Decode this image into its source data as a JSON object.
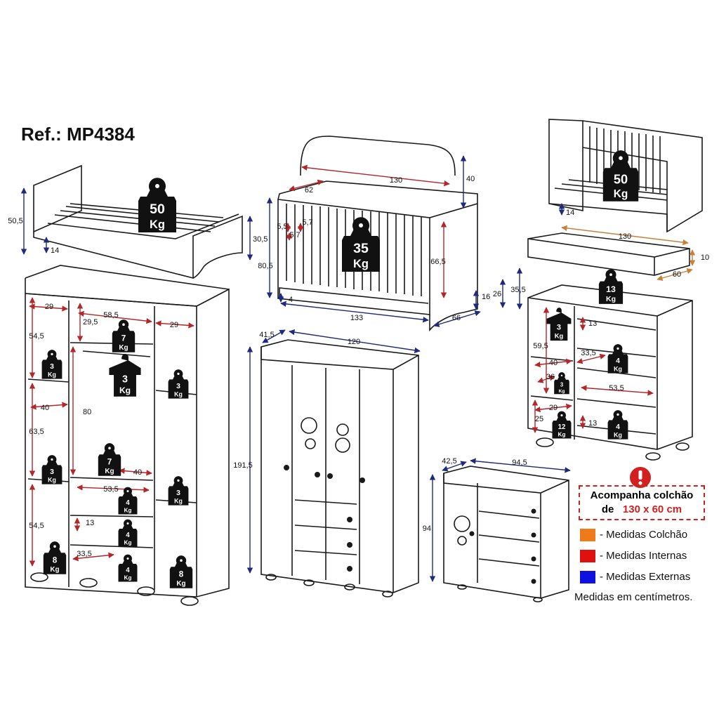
{
  "reference": "Ref.: MP4384",
  "warning_icon": "exclamation-circle-icon",
  "mattress_notice": {
    "line1": "Acompanha colchão",
    "line2_prefix": "de",
    "line2_value": "130 x 60 cm"
  },
  "legend": [
    {
      "label": "- Medidas Colchão",
      "color": "#f07a1a"
    },
    {
      "label": "- Medidas Internas",
      "color": "#e01010"
    },
    {
      "label": "- Medidas Externas",
      "color": "#1010e0"
    }
  ],
  "units_note": "Medidas em centímetros.",
  "colors": {
    "internal": "#b3262a",
    "external": "#1f2a7a",
    "mattress": "#c8803a",
    "outline": "#1a1a1a"
  },
  "weight_icon": "weight-icon",
  "hanger_icon": "hanger-weight-icon",
  "bed": {
    "dims": {
      "height": "50,5",
      "front_height": "30,5",
      "slat_height": "14"
    },
    "weight": {
      "value": "50",
      "unit": "Kg"
    }
  },
  "crib": {
    "dims": {
      "width_top": "130",
      "headboard": "40",
      "depth_top": "62",
      "side_a": "5,5",
      "side_b": "5,7",
      "side_c": "5,7",
      "inner_height": "66,5",
      "height": "80,5",
      "width": "133",
      "depth": "66",
      "base": "4",
      "leg_16": "16",
      "leg_26": "26",
      "leg_35": "35,5"
    },
    "weight": {
      "value": "35",
      "unit": "Kg"
    }
  },
  "crib_bed": {
    "dims": {
      "slat_height": "14"
    },
    "weight": {
      "value": "50",
      "unit": "Kg"
    }
  },
  "mattress": {
    "dims": {
      "length": "130",
      "thickness": "10",
      "width": "60"
    }
  },
  "wardrobe_interior": {
    "dims": {
      "left_width": "29",
      "center_width": "58,5",
      "right_width": "29",
      "top_shelf": "29,5",
      "left_upper": "54,5",
      "left_mid_width": "40",
      "left_mid": "63,5",
      "left_lower": "54,5",
      "center_height": "80",
      "center_lower_width": "40",
      "drawer_width": "53,5",
      "drawer_height": "13",
      "drawer_depth": "33,5",
      "right_top_width": "29"
    },
    "weights": [
      {
        "value": "7",
        "unit": "Kg"
      },
      {
        "value": "3",
        "unit": "Kg"
      },
      {
        "value": "3",
        "unit": "Kg"
      },
      {
        "value": "3",
        "unit": "Kg"
      },
      {
        "value": "7",
        "unit": "Kg"
      },
      {
        "value": "3",
        "unit": "Kg"
      },
      {
        "value": "3",
        "unit": "Kg"
      },
      {
        "value": "4",
        "unit": "Kg"
      },
      {
        "value": "4",
        "unit": "Kg"
      },
      {
        "value": "4",
        "unit": "Kg"
      },
      {
        "value": "8",
        "unit": "Kg"
      },
      {
        "value": "8",
        "unit": "Kg"
      }
    ]
  },
  "wardrobe": {
    "dims": {
      "width": "120",
      "depth": "41,5",
      "height": "191,5"
    }
  },
  "dresser_interior": {
    "dims": {
      "left_height": "59,5",
      "left_width": "40",
      "shelf_depth": "36",
      "left_lower_width": "29",
      "left_lower": "25",
      "drawer_height_1": "13",
      "drawer_depth": "33,5",
      "drawer_width": "53,5",
      "drawer_height_2": "13"
    },
    "weights": [
      {
        "value": "13",
        "unit": "Kg"
      },
      {
        "value": "3",
        "unit": "Kg"
      },
      {
        "value": "3",
        "unit": "Kg"
      },
      {
        "value": "12",
        "unit": "Kg"
      },
      {
        "value": "4",
        "unit": "Kg"
      },
      {
        "value": "4",
        "unit": "Kg"
      }
    ]
  },
  "dresser": {
    "dims": {
      "width": "94,5",
      "depth": "42,5",
      "height": "94"
    }
  }
}
